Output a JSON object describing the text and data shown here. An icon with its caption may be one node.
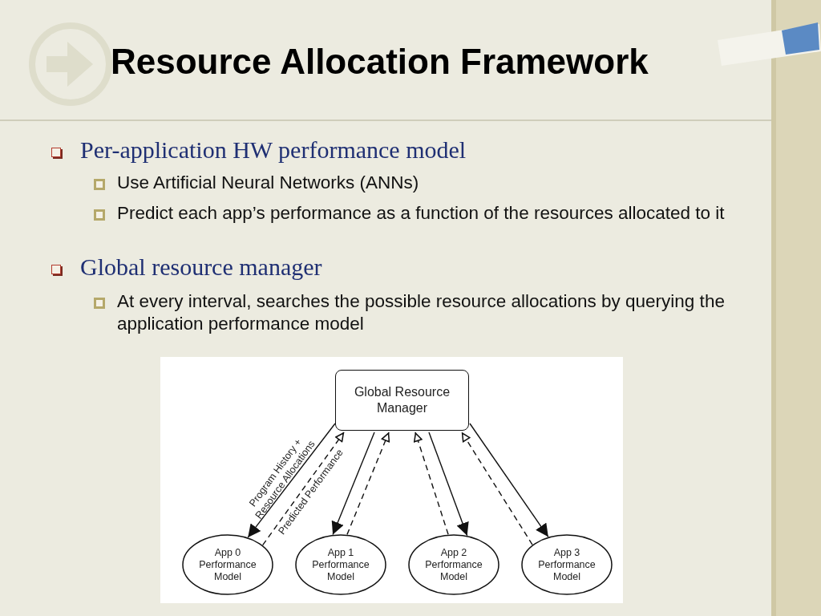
{
  "diagram": {
    "title": "Resource Allocation Framework",
    "nodes": [
      {
        "text": [
          "Global Resource Manager"
        ]
      },
      {
        "text": [
          "App 0 Performance Model"
        ]
      },
      {
        "text": [
          "App 1 Performance Model"
        ]
      },
      {
        "text": [
          "App 2 Performance Model"
        ]
      },
      {
        "text": [
          "App 3 Performance Model"
        ]
      }
    ],
    "edges": [
      {
        "from": 0,
        "to": 1,
        "arrow": "to",
        "label": "Program History + Resource Allocations"
      },
      {
        "from": 1,
        "to": 0,
        "arrow": "to",
        "style": "dashed",
        "label": "Predicted Performance"
      },
      {
        "from": 0,
        "to": 2,
        "arrow": "to"
      },
      {
        "from": 2,
        "to": 0,
        "arrow": "to",
        "style": "dashed"
      },
      {
        "from": 3,
        "to": 0,
        "arrow": "to",
        "style": "dashed"
      },
      {
        "from": 0,
        "to": 3,
        "arrow": "to"
      },
      {
        "from": 4,
        "to": 0,
        "arrow": "to",
        "style": "dashed"
      },
      {
        "from": 0,
        "to": 4,
        "arrow": "to"
      }
    ],
    "labels": [
      "Per-application HW performance model",
      "Use Artificial Neural Networks (ANNs)",
      "Predict each app’s performance as a function of the resources allocated to it",
      "Global resource manager",
      "At every interval, searches the possible resource allocations by querying the application performance model"
    ]
  }
}
